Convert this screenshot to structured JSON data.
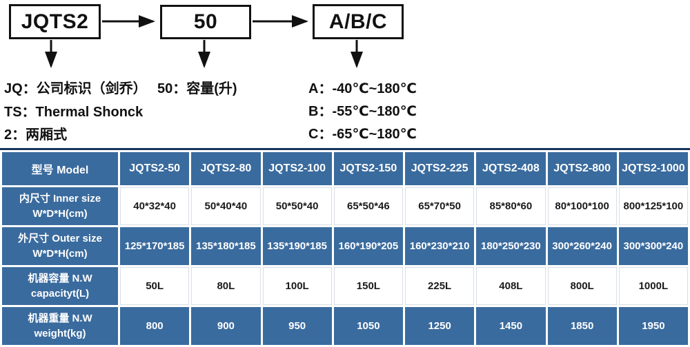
{
  "diagram": {
    "boxes": [
      {
        "label": "JQTS2"
      },
      {
        "label": "50"
      },
      {
        "label": "A/B/C"
      }
    ],
    "notes_left": [
      {
        "text": "JQ：公司标识（剑乔）"
      },
      {
        "text": "TS：Thermal Shonck"
      },
      {
        "text": "2：两厢式"
      }
    ],
    "note_mid": {
      "text": "50：容量(升)"
    },
    "notes_right": [
      {
        "text": "A：-40℃~180℃"
      },
      {
        "text": "B：-55℃~180℃"
      },
      {
        "text": "C：-65℃~180℃"
      }
    ]
  },
  "table": {
    "colors": {
      "cell_blue": "#3a6b9e",
      "top_border": "#16355c",
      "gap_white": "#ffffff",
      "dark_text": "#1a1a1a"
    },
    "header": [
      "型号 Model",
      "JQTS2-50",
      "JQTS2-80",
      "JQTS2-100",
      "JQTS2-150",
      "JQTS2-225",
      "JQTS2-408",
      "JQTS2-800",
      "JQTS2-1000"
    ],
    "rows": [
      {
        "label_zh": "内尺寸 Inner size",
        "label_en": "W*D*H(cm)",
        "tone": "light",
        "values": [
          "40*32*40",
          "50*40*40",
          "50*50*40",
          "65*50*46",
          "65*70*50",
          "85*80*60",
          "80*100*100",
          "800*125*100"
        ]
      },
      {
        "label_zh": "外尺寸 Outer size",
        "label_en": "W*D*H(cm)",
        "tone": "dark",
        "values": [
          "125*170*185",
          "135*180*185",
          "135*190*185",
          "160*190*205",
          "160*230*210",
          "180*250*230",
          "300*260*240",
          "300*300*240"
        ]
      },
      {
        "label_zh": "机器容量 N.W",
        "label_en": "capacityt(L)",
        "tone": "light",
        "values": [
          "50L",
          "80L",
          "100L",
          "150L",
          "225L",
          "408L",
          "800L",
          "1000L"
        ]
      },
      {
        "label_zh": "机器重量 N.W",
        "label_en": "weight(kg)",
        "tone": "dark",
        "values": [
          "800",
          "900",
          "950",
          "1050",
          "1250",
          "1450",
          "1850",
          "1950"
        ]
      }
    ]
  }
}
